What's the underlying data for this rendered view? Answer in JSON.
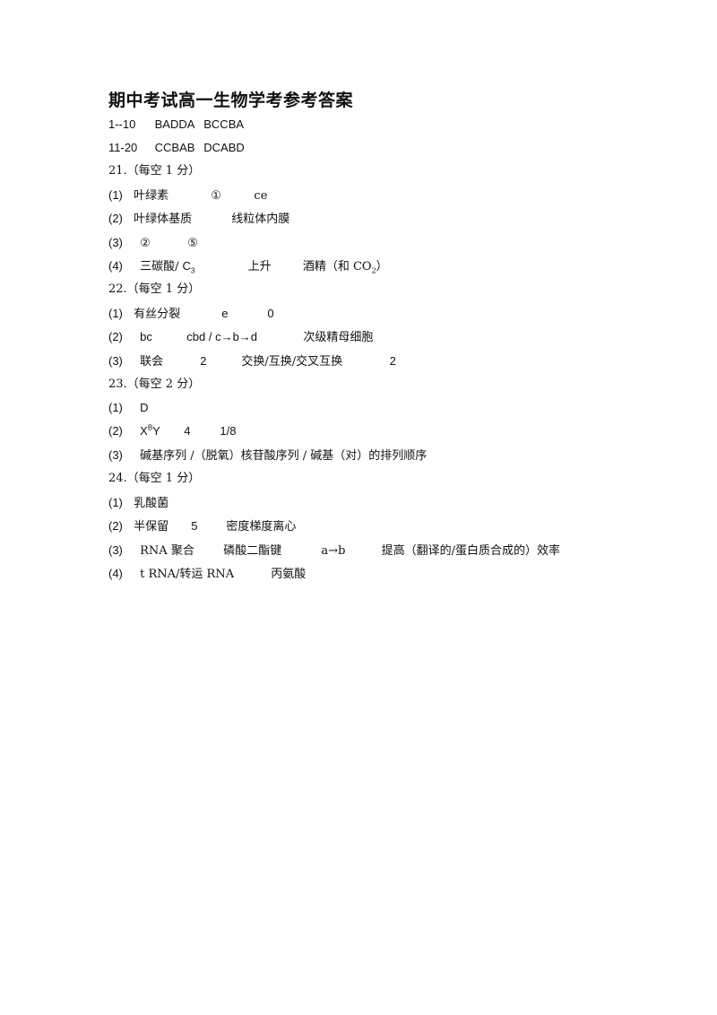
{
  "title": "期中考试高一生物学考参考答案",
  "choice": {
    "r1_range": "1--10",
    "r1_g1": "BADDA",
    "r1_g2": "BCCBA",
    "r2_range": "11-20",
    "r2_g1": "CCBAB",
    "r2_g2": "DCABD"
  },
  "q21": {
    "header": "21.（每空 1 分）",
    "l1": {
      "n": "(1)",
      "a": "叶绿素",
      "b": "①",
      "c": "ce"
    },
    "l2": {
      "n": "(2)",
      "a": "叶绿体基质",
      "b": "线粒体内膜"
    },
    "l3": {
      "n": "(3)",
      "a": "②",
      "b": "⑤"
    },
    "l4": {
      "n": "(4)",
      "a": "三碳酸/",
      "a2": "C",
      "a2sub": "3",
      "b": "上升",
      "c": "酒精（和 CO",
      "csub": "2",
      "cend": "）"
    }
  },
  "q22": {
    "header": "22.（每空 1 分）",
    "l1": {
      "n": "(1)",
      "a": "有丝分裂",
      "b": "e",
      "c": "0"
    },
    "l2": {
      "n": "(2)",
      "a": "bc",
      "b": "cbd / c→b→d",
      "c": "次级精母细胞"
    },
    "l3": {
      "n": "(3)",
      "a": "联会",
      "b": "2",
      "c": "交换/互换/交叉互换",
      "d": "2"
    }
  },
  "q23": {
    "header": "23.（每空 2 分）",
    "l1": {
      "n": "(1)",
      "a": "D"
    },
    "l2": {
      "n": "(2)",
      "a": "X",
      "asup": "B",
      "a2": "Y",
      "b": "4",
      "c": "1/8"
    },
    "l3": {
      "n": "(3)",
      "a": "碱基序列 /（脱氧）核苷酸序列 / 碱基（对）的排列顺序"
    }
  },
  "q24": {
    "header": "24.（每空 1 分）",
    "l1": {
      "n": "(1)",
      "a": "乳酸菌"
    },
    "l2": {
      "n": "(2)",
      "a": "半保留",
      "b": "5",
      "c": "密度梯度离心"
    },
    "l3": {
      "n": "(3)",
      "a": "RNA 聚合",
      "b": "磷酸二酯键",
      "c": "a→b",
      "d": "提高（翻译的/蛋白质合成的）效率"
    },
    "l4": {
      "n": "(4)",
      "a": "t RNA/转运 RNA",
      "b": "丙氨酸"
    }
  }
}
